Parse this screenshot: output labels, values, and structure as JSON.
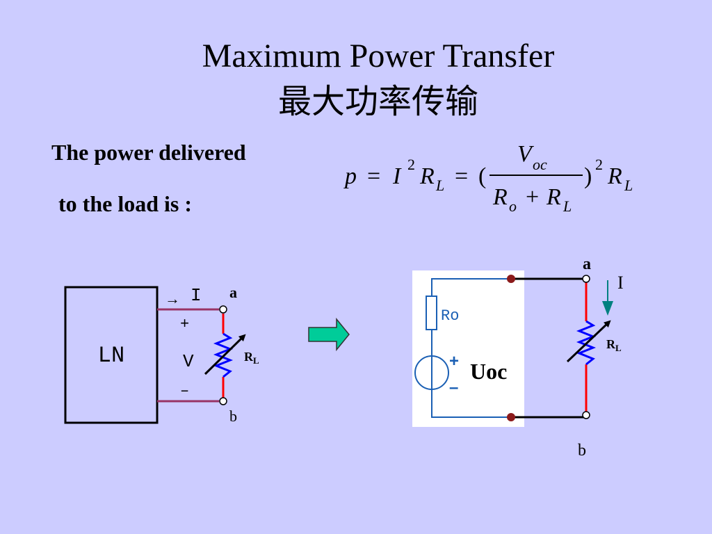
{
  "slide": {
    "title": "Maximum Power Transfer",
    "subtitle": "最大功率传输",
    "intro_line1": "The power delivered",
    "intro_line2": "to the load is :"
  },
  "formula": {
    "p": "p",
    "eq": "=",
    "I": "I",
    "exp2": "2",
    "R": "R",
    "sub_L": "L",
    "paren_open": "(",
    "paren_close": ")",
    "V": "V",
    "sub_oc": "oc",
    "sub_o": "o",
    "plus": "+"
  },
  "left_circuit": {
    "network_label": "LN",
    "current_arrow": "→",
    "current_label": "I",
    "plus": "+",
    "voltage_label": "V",
    "minus": "–",
    "terminal_a": "a",
    "terminal_b": "b",
    "load_R": "R",
    "load_sub": "L"
  },
  "right_circuit": {
    "resistor_label": "Ro",
    "source_plus": "+",
    "source_minus": "–",
    "source_label": "Uoc",
    "terminal_a": "a",
    "terminal_b": "b",
    "current_label": "I",
    "load_R": "R",
    "load_sub": "L"
  },
  "colors": {
    "background": "#ccccff",
    "wire_maroon": "#993366",
    "wire_red": "#ff0000",
    "resistor_blue": "#0000ff",
    "arrow_green": "#00cc99",
    "current_arrow_teal": "#008080",
    "circuit_blue": "#1a5fb4",
    "node_dot": "#8b1a1a"
  }
}
